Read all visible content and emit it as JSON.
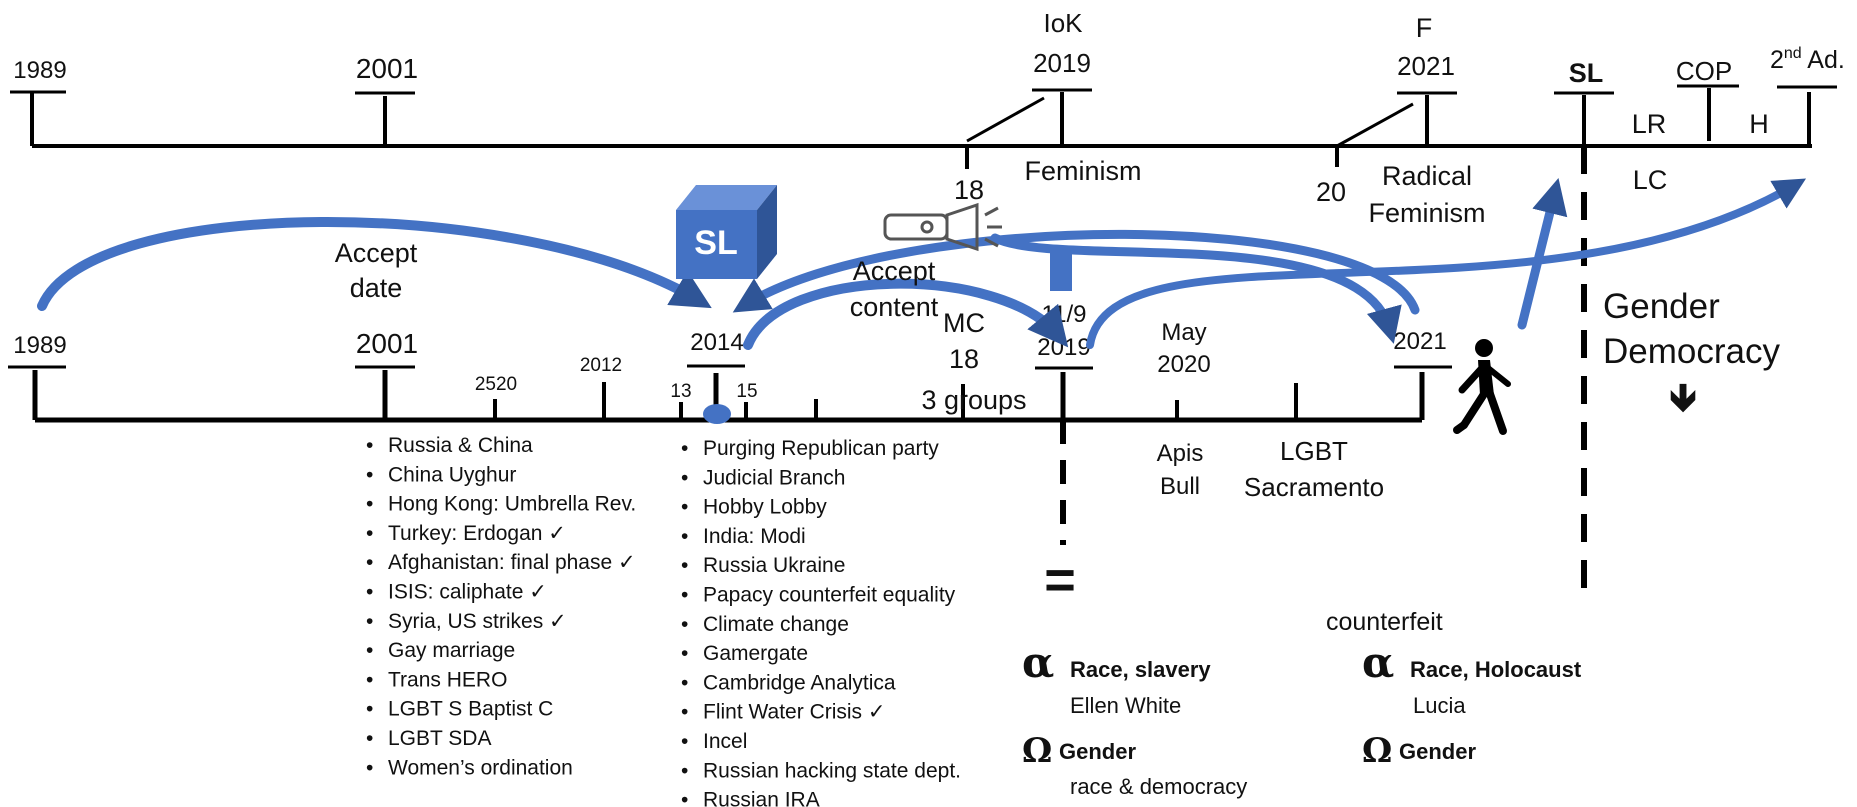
{
  "top_timeline": {
    "labels": {
      "y1989": "1989",
      "y2001": "2001",
      "iok": "IoK",
      "y2019": "2019",
      "f": "F",
      "y2021": "2021",
      "sl": "SL",
      "cop": "COP",
      "second_ad_num": "2",
      "second_ad_sup": "nd",
      "second_ad_rest": " Ad.",
      "lr": "LR",
      "h": "H",
      "lc": "LC",
      "t18": "18",
      "feminism": "Feminism",
      "t20": "20",
      "radical": "Radical",
      "radical_feminism": "Feminism"
    }
  },
  "bottom_timeline": {
    "labels": {
      "y1989": "1989",
      "y2001": "2001",
      "n2520": "2520",
      "n2012": "2012",
      "y2014": "2014",
      "n13": "13",
      "n15": "15",
      "mc": "MC",
      "mc18": "18",
      "three_groups": "3 groups",
      "nov9": "11/9",
      "y2019": "2019",
      "may": "May",
      "may2020": "2020",
      "y2021": "2021",
      "apis": "Apis",
      "bull": "Bull",
      "lgbt": "LGBT",
      "sacramento": "Sacramento"
    }
  },
  "arcs": {
    "accept_date_1": "Accept",
    "accept_date_2": "date",
    "accept_content_1": "Accept",
    "accept_content_2": "content"
  },
  "sl_cube": {
    "label": "SL"
  },
  "gender_democracy": {
    "line1": "Gender",
    "line2": "Democracy",
    "arrow": "🡻"
  },
  "equals_sign": "=",
  "list_2001": [
    "Russia & China",
    "China  Uyghur",
    "Hong Kong: Umbrella Rev.",
    "Turkey: Erdogan ✓",
    "Afghanistan: final phase ✓",
    "ISIS: caliphate ✓",
    "Syria, US strikes  ✓",
    "Gay marriage",
    "Trans HERO",
    "LGBT S Baptist C",
    "LGBT SDA",
    "Women’s ordination"
  ],
  "list_2014": [
    "Purging Republican party",
    "Judicial Branch",
    "Hobby Lobby",
    "India:  Modi",
    "Russia Ukraine",
    "Papacy counterfeit equality",
    "Climate change",
    "Gamergate",
    "Cambridge Analytica",
    "Flint Water Crisis  ✓",
    "Incel",
    "Russian hacking state dept.",
    "Russian IRA"
  ],
  "alpha_omega_left": {
    "alpha": "α",
    "alpha_text": "Race, slavery",
    "alpha_sub": "Ellen White",
    "omega": "Ω",
    "omega_text": "Gender",
    "omega_sub": "race & democracy"
  },
  "alpha_omega_right": {
    "heading": "counterfeit",
    "alpha": "α",
    "alpha_text": "Race, Holocaust",
    "alpha_sub": "Lucia",
    "omega": "Ω",
    "omega_text": "Gender"
  },
  "colors": {
    "line": "#000000",
    "arrow_blue": "#4472C4",
    "arrow_dark": "#2F5597",
    "cube_front": "#4472C4",
    "cube_top": "#6A91D8",
    "cube_side": "#2F5597"
  }
}
